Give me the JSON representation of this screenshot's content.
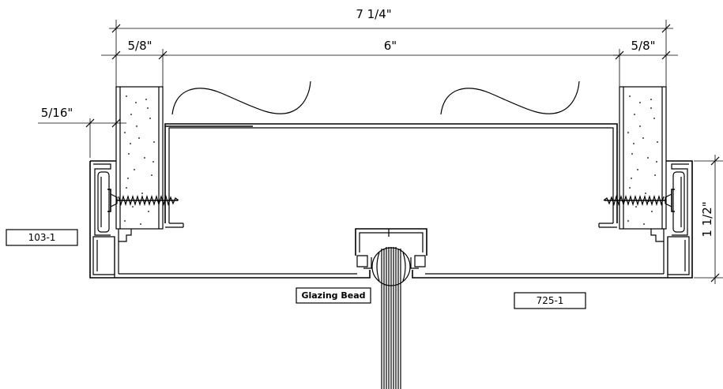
{
  "dimensions": {
    "overall_width": "7 1/4\"",
    "inner_width": "6\"",
    "left_panel": "5/8\"",
    "right_panel": "5/8\"",
    "offset": "5/16\"",
    "height": "1 1/2\""
  },
  "labels": {
    "left_part": "103-1",
    "right_part": "725-1",
    "glazing_bead": "Glazing Bead"
  }
}
